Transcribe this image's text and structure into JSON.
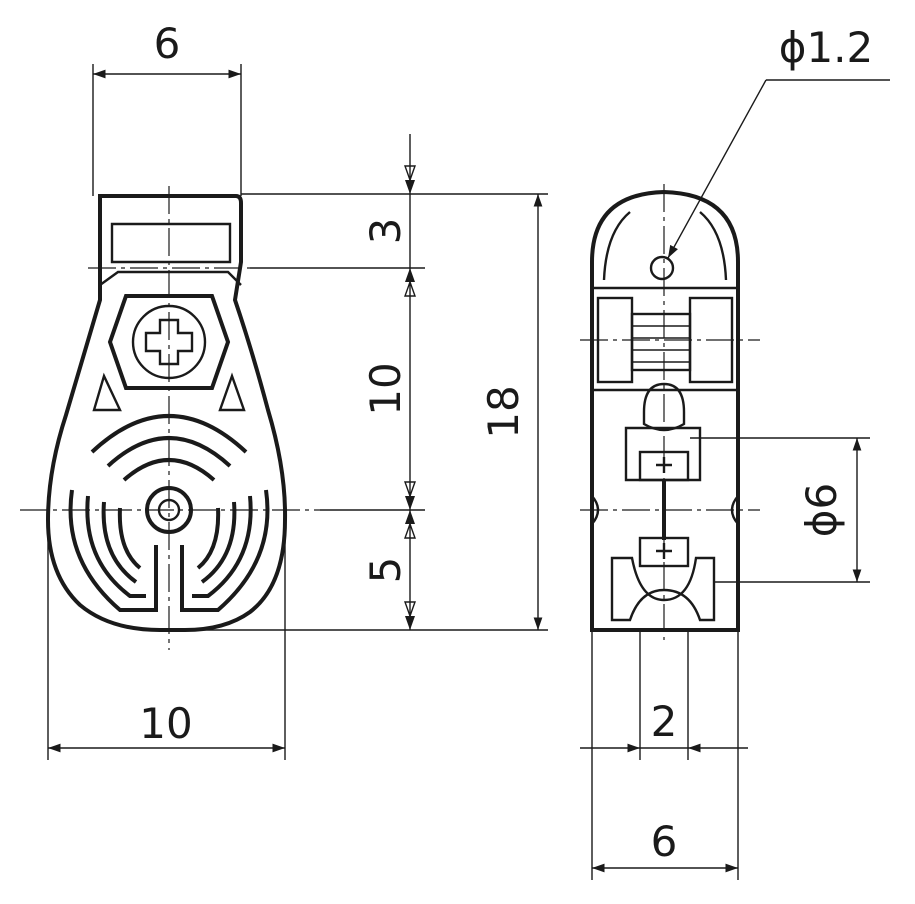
{
  "front_view": {
    "top_width": "6",
    "bottom_width": "10",
    "height_segment_top": "3",
    "height_segment_mid": "10",
    "height_segment_bottom": "5",
    "total_height": "18"
  },
  "side_view": {
    "hole_diameter": "ϕ1.2",
    "spring_diameter": "ϕ6",
    "slot_width": "2",
    "body_width": "6"
  },
  "colors": {
    "ink": "#1a1a1a",
    "paper": "#ffffff",
    "shade": "#bdbdbd"
  }
}
